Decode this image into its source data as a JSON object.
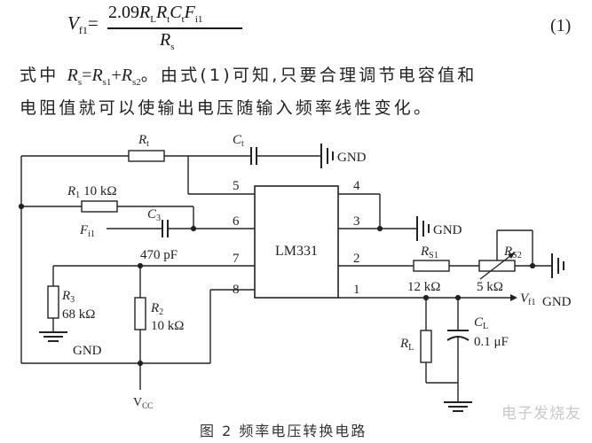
{
  "equation": {
    "lhs": "V",
    "lhs_sub": "f1",
    "equals": "=",
    "numerator": "2.09R",
    "num_sub1": "L",
    "num_r2": "R",
    "num_sub2": "t",
    "num_c": "C",
    "num_sub3": "t",
    "num_f": "F",
    "num_sub4": "i1",
    "denominator": "R",
    "den_sub": "s",
    "number": "(1)"
  },
  "paragraph": {
    "line1_prefix": "式中",
    "line1_expr": "R",
    "line1_expr_sub": "s",
    "line1_eq": "=R",
    "line1_eq_sub": "s1",
    "line1_plus": "+R",
    "line1_plus_sub": "s2",
    "line1_suffix": "。由式(1)可知,只要合理调节电容值和",
    "line2": "电阻值就可以使输出电压随输入频率线性变化。"
  },
  "circuit": {
    "ic_label": "LM331",
    "pins": [
      "5",
      "4",
      "6",
      "3",
      "7",
      "2",
      "8",
      "1"
    ],
    "labels": {
      "rt": "R",
      "rt_sub": "t",
      "ct": "C",
      "ct_sub": "t",
      "gnd1": "GND",
      "r1": "R",
      "r1_sub": "1",
      "r1_val": "10 kΩ",
      "c3": "C",
      "c3_sub": "3",
      "fi1": "F",
      "fi1_sub": "i1",
      "c3_val": "470 pF",
      "gnd2": "GND",
      "rs1": "R",
      "rs1_sub": "S1",
      "rs1_val": "12 kΩ",
      "rs2": "R",
      "rs2_sub": "S2",
      "rs2_val": "5 kΩ",
      "gnd3": "GND",
      "vf1": "V",
      "vf1_sub": "f1",
      "r3": "R",
      "r3_sub": "3",
      "r3_val": "68 kΩ",
      "r2": "R",
      "r2_sub": "2",
      "r2_val": "10 kΩ",
      "gnd4": "GND",
      "cl": "C",
      "cl_sub": "L",
      "cl_val": "0.1 μF",
      "rl": "R",
      "rl_sub": "L",
      "vcc": "V",
      "vcc_sub": "CC"
    }
  },
  "caption": "图 2  频率电压转换电路",
  "watermark": "电子发烧友"
}
